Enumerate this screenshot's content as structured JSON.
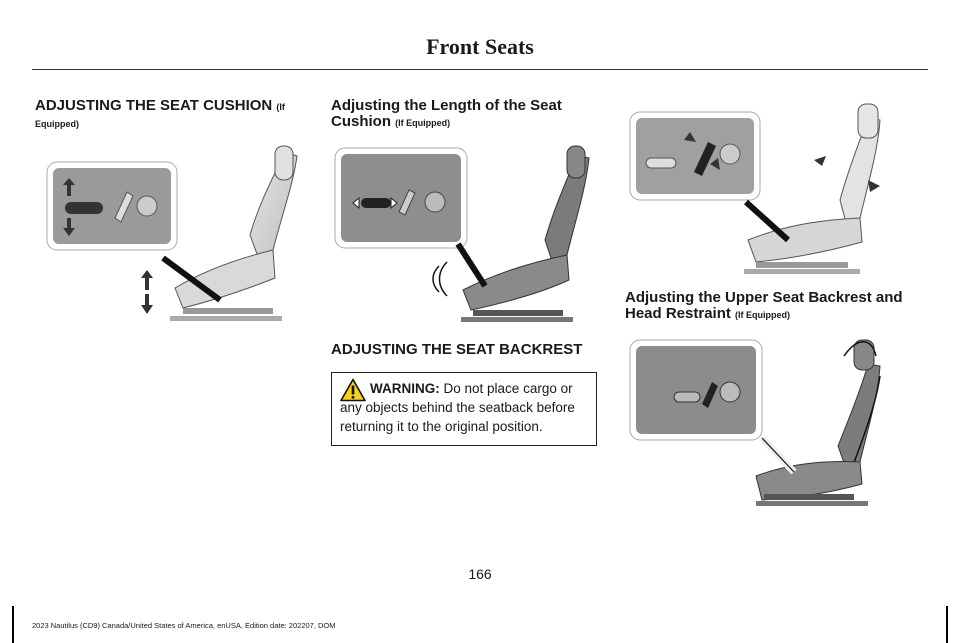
{
  "header": {
    "title": "Front Seats"
  },
  "sections": {
    "cushion": {
      "heading": "ADJUSTING THE SEAT CUSHION",
      "note": "(If Equipped)"
    },
    "length": {
      "heading_line1": "Adjusting the Length of the Seat",
      "heading_line2": "Cushion",
      "note": "(If Equipped)"
    },
    "backrest": {
      "heading": "ADJUSTING THE SEAT BACKREST"
    },
    "upper": {
      "heading_line1": "Adjusting the Upper Seat Backrest and",
      "heading_line2": "Head Restraint",
      "note": "(If Equipped)"
    }
  },
  "warning": {
    "label": "WARNING:",
    "text": "Do not place cargo or any objects behind the seatback before returning it to the original position.",
    "icon": "warning-triangle-icon"
  },
  "figures": {
    "cushion": "seat-cushion-tilt-illustration",
    "length": "seat-cushion-length-illustration",
    "backrest": "seat-backrest-recline-illustration",
    "upper": "upper-backrest-head-restraint-illustration"
  },
  "page_number": "166",
  "footer": {
    "text": "2023 Nautilus (CD9) Canada/United States of America, enUSA, Edition date: 202207, DOM"
  }
}
